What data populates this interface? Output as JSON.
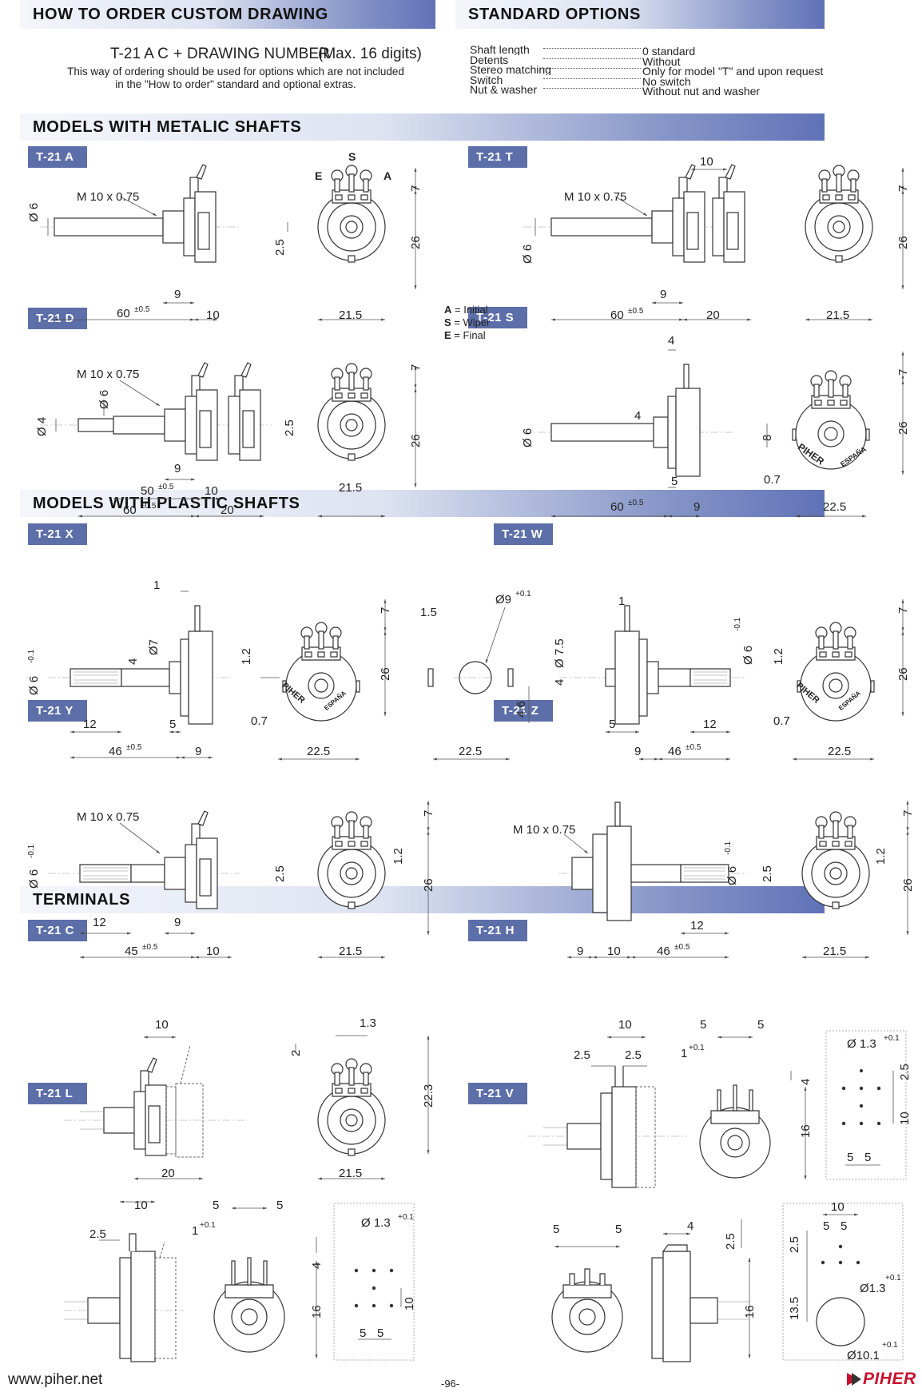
{
  "headers": {
    "how_to_order": "HOW TO ORDER CUSTOM DRAWING",
    "standard_options": "STANDARD OPTIONS",
    "metalic": "MODELS WITH METALIC SHAFTS",
    "plastic": "MODELS WITH PLASTIC SHAFTS",
    "terminals": "TERMINALS"
  },
  "order": {
    "code": "T-21 A C",
    "plus": "+",
    "drawing_number": "DRAWING NUMBER",
    "max": "(Max. 16 digits)",
    "note_line1": "This way of ordering should be used for options which are not included",
    "note_line2": "in the \"How to order\" standard and optional extras."
  },
  "standard_options": [
    {
      "label": "Shaft length",
      "value": "0 standard"
    },
    {
      "label": "Detents",
      "value": "Without"
    },
    {
      "label": "Stereo matching",
      "value": "Only for model \"T\" and upon request"
    },
    {
      "label": "Switch",
      "value": "No switch"
    },
    {
      "label": "Nut & washer",
      "value": "Without nut and washer"
    }
  ],
  "models": {
    "a": "T-21  A",
    "t": "T-21  T",
    "d": "T-21  D",
    "s": "T-21  S",
    "x": "T-21  X",
    "w": "T-21  W",
    "y": "T-21  Y",
    "z": "T-21  Z",
    "c": "T-21  C",
    "h": "T-21  H",
    "l": "T-21  L",
    "v": "T-21  V"
  },
  "legend": {
    "a_key": "A",
    "a_val": "= Initial",
    "s_key": "S",
    "s_val": "= Wiper",
    "e_key": "E",
    "e_val": "= Final"
  },
  "dims": {
    "thread": "M 10 x 0.75",
    "d6": "Ø 6",
    "d4": "Ø 4",
    "d7": "Ø7",
    "d75": "Ø 7.5",
    "d6t": "Ø 6",
    "tol01": "-0.1",
    "tol05": "±0.5",
    "tolp01": "+0.1",
    "v60": "60",
    "v50": "50",
    "v46": "46",
    "v45": "45",
    "v9": "9",
    "v10": "10",
    "v20": "20",
    "v12": "12",
    "v5": "5",
    "v4": "4",
    "v1": "1",
    "v7": "7",
    "v26": "26",
    "v25": "2.5",
    "v215": "21.5",
    "v225": "22.5",
    "v8": "8",
    "v07": "0.7",
    "v12b": "1.2",
    "v15": "1.5",
    "v46b": "4.6",
    "d9": "Ø9",
    "v2": "2",
    "v13": "1.3",
    "v223": "22.3",
    "v16": "16",
    "d13": "Ø 1.3",
    "d13b": "Ø1.3",
    "d101": "Ø10.1",
    "v135": "13.5",
    "one": "1",
    "label_s": "S",
    "label_e": "E",
    "label_a": "A",
    "piher": "PIHER",
    "espana": "ESPAÑA"
  },
  "footer": {
    "url": "www.piher.net",
    "page": "-96-",
    "brand": "PIHER"
  },
  "colors": {
    "tag": "#5d6fa8",
    "header_dark": "#5f72b6",
    "brand_red": "#c8102e"
  }
}
